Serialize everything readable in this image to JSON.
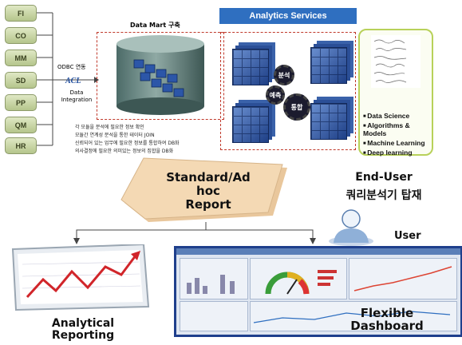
{
  "modules": [
    "FI",
    "CO",
    "MM",
    "SD",
    "PP",
    "QM",
    "HR"
  ],
  "connector": {
    "odbc_label": "ODBC 연동",
    "logo": "ACL",
    "integration_label": "Data\nIntegration"
  },
  "datamart": {
    "title": "Data Mart 구축"
  },
  "notes": [
    "각 모듈을 분석에 필요한 정보 확인",
    "모듈간 연계성 분석을 통한 테이터 JOIN",
    "신뢰되어 있는 업무에 필요한 정보를 통합하여 DB화",
    "의사결정에 필요한 의미있는 정보의 집합을 DB화"
  ],
  "analytics": {
    "title": "Analytics Services",
    "gears": [
      "분석",
      "통합",
      "예측"
    ],
    "list": [
      "Data Science",
      "Algorithms & Models",
      "Machine Learning",
      "Deep learning"
    ]
  },
  "report": {
    "line1": "Standard/Ad",
    "line2": "hoc",
    "line3": "Report"
  },
  "enduser": {
    "line1": "End-User",
    "line2": "쿼리분석기 탑재",
    "user_label": "User"
  },
  "outputs": {
    "analytical_l1": "Analytical",
    "analytical_l2": "Reporting",
    "dashboard_l1": "Flexible",
    "dashboard_l2": "Dashboard"
  },
  "colors": {
    "accent_blue": "#2f6fc0",
    "dashed_red": "#c0392b",
    "paper": "#f4d9b4",
    "module_green": "#c8d6a2"
  }
}
